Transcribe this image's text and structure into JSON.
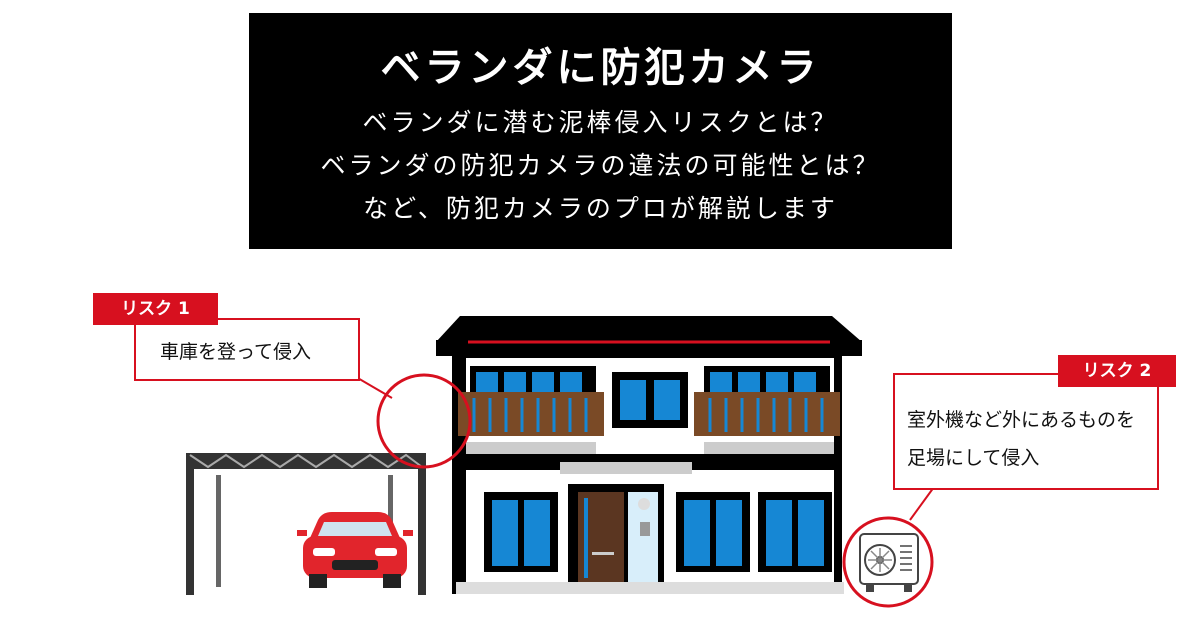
{
  "banner": {
    "title": "ベランダに防犯カメラ",
    "lines": [
      "ベランダに潜む泥棒侵入リスクとは？",
      "ベランダの防犯カメラの違法の可能性とは？",
      "など、防犯カメラのプロが解説します"
    ]
  },
  "risk1": {
    "tag": "リスク 1",
    "text": "車庫を登って侵入"
  },
  "risk2": {
    "tag": "リスク 2",
    "line1": "室外機など外にあるものを",
    "line2": "足場にして侵入"
  },
  "colors": {
    "accent": "#d7101f",
    "window": "#1687d4",
    "door": "#5b3621",
    "railing": "#7a4a26",
    "car": "#e1252c"
  },
  "icons": [
    "car-icon",
    "carport-icon",
    "house-icon",
    "air-conditioner-icon"
  ]
}
